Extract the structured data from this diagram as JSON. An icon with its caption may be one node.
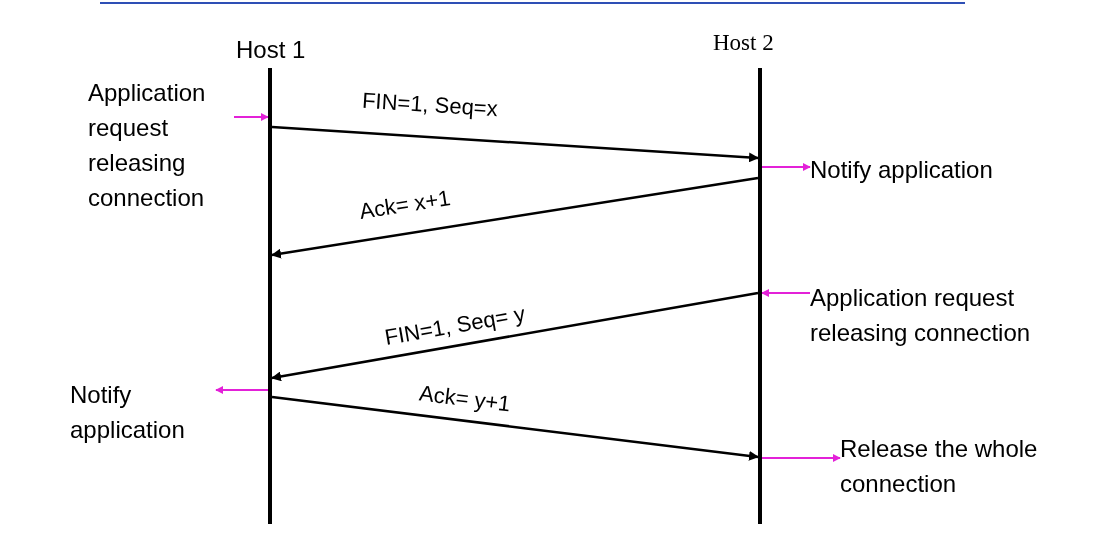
{
  "diagram": {
    "nodes": [
      {
        "text": [
          "Host 1"
        ]
      },
      {
        "text": [
          "Host 2"
        ]
      },
      {
        "text": [
          "Application request releasing connection"
        ]
      },
      {
        "text": [
          "Notify application"
        ]
      },
      {
        "text": [
          "Application request releasing connection"
        ]
      },
      {
        "text": [
          "Notify application"
        ]
      },
      {
        "text": [
          "Release the whole connection"
        ]
      }
    ],
    "edges": [
      {
        "from": 0,
        "to": 1,
        "arrow": "to",
        "label": "FIN=1, Seq=x",
        "color": "#000000"
      },
      {
        "from": 1,
        "to": 0,
        "arrow": "to",
        "label": "Ack= x+1",
        "color": "#000000"
      },
      {
        "from": 1,
        "to": 0,
        "arrow": "to",
        "label": "FIN=1, Seq= y",
        "color": "#000000"
      },
      {
        "from": 0,
        "to": 1,
        "arrow": "to",
        "label": "Ack= y+1",
        "color": "#000000"
      },
      {
        "from": 2,
        "to": 0,
        "arrow": "to"
      },
      {
        "from": 1,
        "to": 3,
        "arrow": "to"
      },
      {
        "from": 4,
        "to": 1,
        "arrow": "to"
      },
      {
        "from": 0,
        "to": 5,
        "arrow": "to"
      },
      {
        "from": 1,
        "to": 6,
        "arrow": "to"
      }
    ]
  }
}
